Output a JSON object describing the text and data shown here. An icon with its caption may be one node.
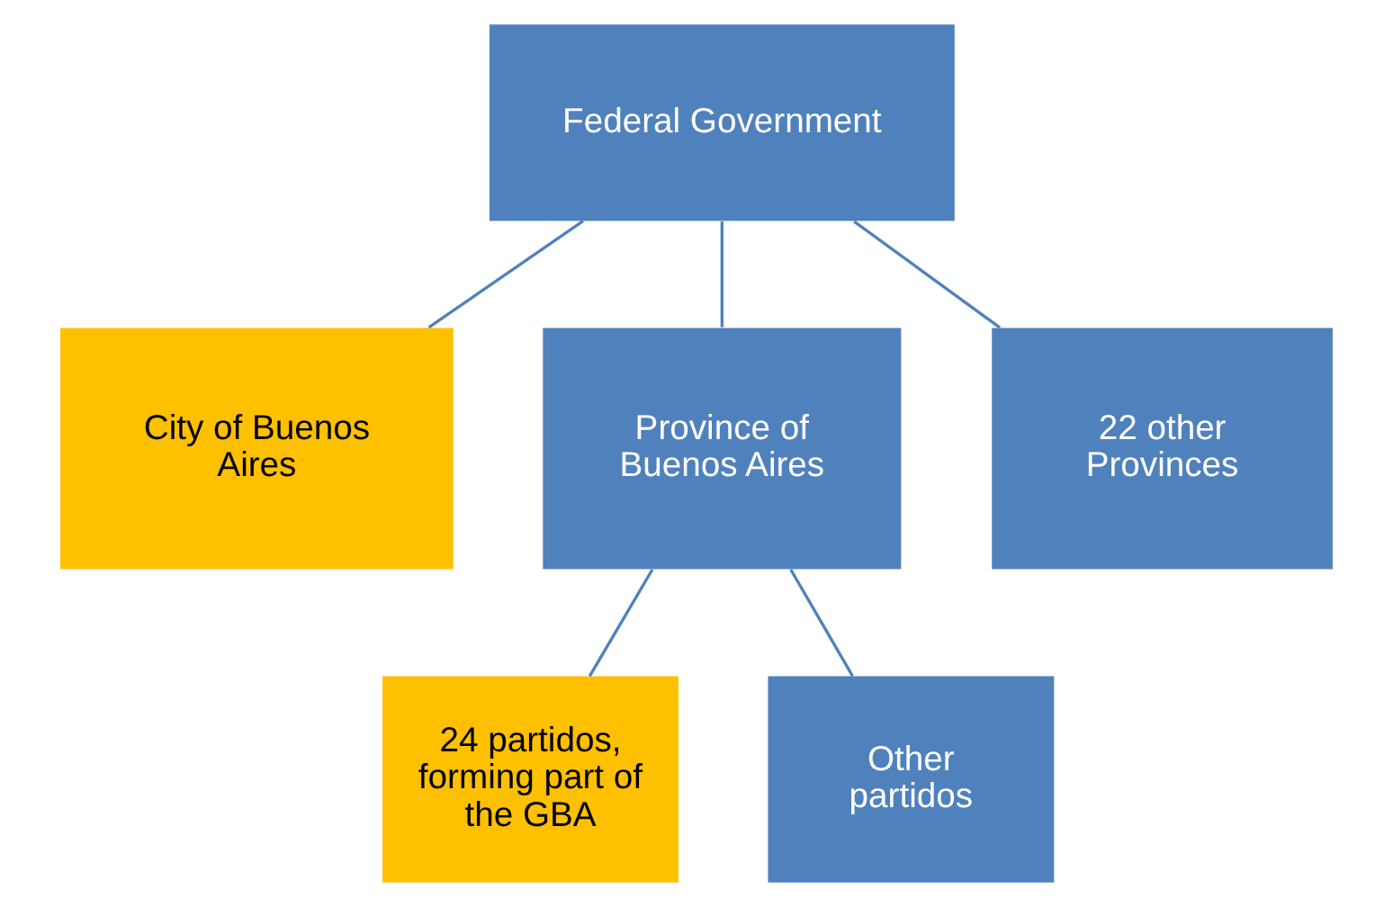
{
  "diagram": {
    "nodes": [
      {
        "text": [
          "Federal Government"
        ]
      },
      {
        "text": [
          "City of Buenos Aires"
        ]
      },
      {
        "text": [
          "Province of Buenos Aires"
        ]
      },
      {
        "text": [
          "22 other Provinces"
        ]
      },
      {
        "text": [
          "24 partidos, forming part of the GBA"
        ]
      },
      {
        "text": [
          "Other partidos"
        ]
      }
    ],
    "edges": [
      {
        "from": 0,
        "to": 1,
        "arrow": "none"
      },
      {
        "from": 0,
        "to": 2,
        "arrow": "none"
      },
      {
        "from": 0,
        "to": 3,
        "arrow": "none"
      },
      {
        "from": 2,
        "to": 4,
        "arrow": "none"
      },
      {
        "from": 2,
        "to": 5,
        "arrow": "none"
      }
    ]
  }
}
